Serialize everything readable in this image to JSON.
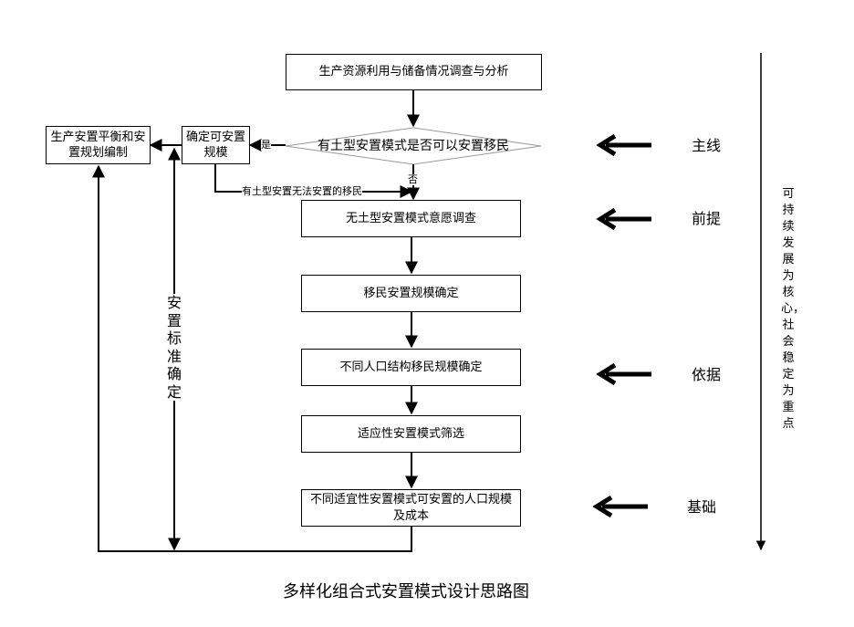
{
  "nodes": {
    "survey": "生产资源利用与储备情况调查与分析",
    "decision": "有土型安置模式是否可以安置移民",
    "confirm_scale": "确定可安置规模",
    "balance_plan": "生产安置平衡和安置规划编制",
    "landless_intent": "无土型安置模式意愿调查",
    "migrant_scale": "移民安置规模确定",
    "structure_scale": "不同人口结构移民规模确定",
    "suitability": "适应性安置模式筛选",
    "cost": "不同适宜性安置模式可安置的人口规模及成本"
  },
  "edge_labels": {
    "yes": "是",
    "no": "否",
    "cannot_place": "有土型安置无法安置的移民",
    "standard": "安置标准确定"
  },
  "side_labels": {
    "main_line": "主线",
    "premise": "前提",
    "basis": "依据",
    "foundation": "基础",
    "core": "可持续发展为核心，社会稳定为重点"
  },
  "caption": "多样化组合式安置模式设计思路图"
}
